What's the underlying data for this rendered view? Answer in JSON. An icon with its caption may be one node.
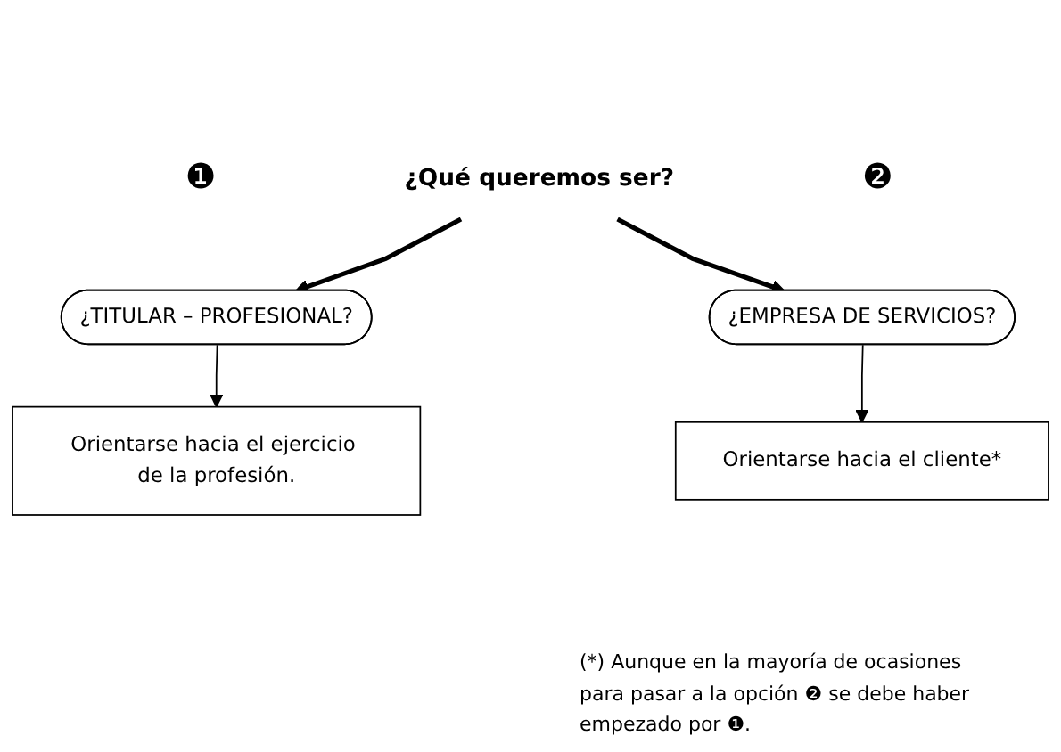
{
  "diagram": {
    "nodes": [
      {
        "text": [
          "¿Qué queremos ser?"
        ]
      },
      {
        "text": [
          "¿TITULAR – PROFESIONAL?"
        ],
        "beside": [
          "❶"
        ]
      },
      {
        "text": [
          "¿EMPRESA DE SERVICIOS?"
        ],
        "beside": [
          "❷"
        ]
      },
      {
        "text": [
          "Orientarse hacia el ejercicio de la profesión."
        ]
      },
      {
        "text": [
          "Orientarse hacia el cliente*"
        ]
      }
    ],
    "edges": [
      {
        "from": 0,
        "to": 1,
        "arrow": "to",
        "style": "thick"
      },
      {
        "from": 0,
        "to": 2,
        "arrow": "to",
        "style": "thick"
      },
      {
        "from": 1,
        "to": 3,
        "arrow": "to"
      },
      {
        "from": 2,
        "to": 4,
        "arrow": "to"
      }
    ],
    "labels": [
      "(*) Aunque en la mayoría de ocasiones para pasar a la opción ❷ se debe haber empezado por ❶."
    ]
  }
}
